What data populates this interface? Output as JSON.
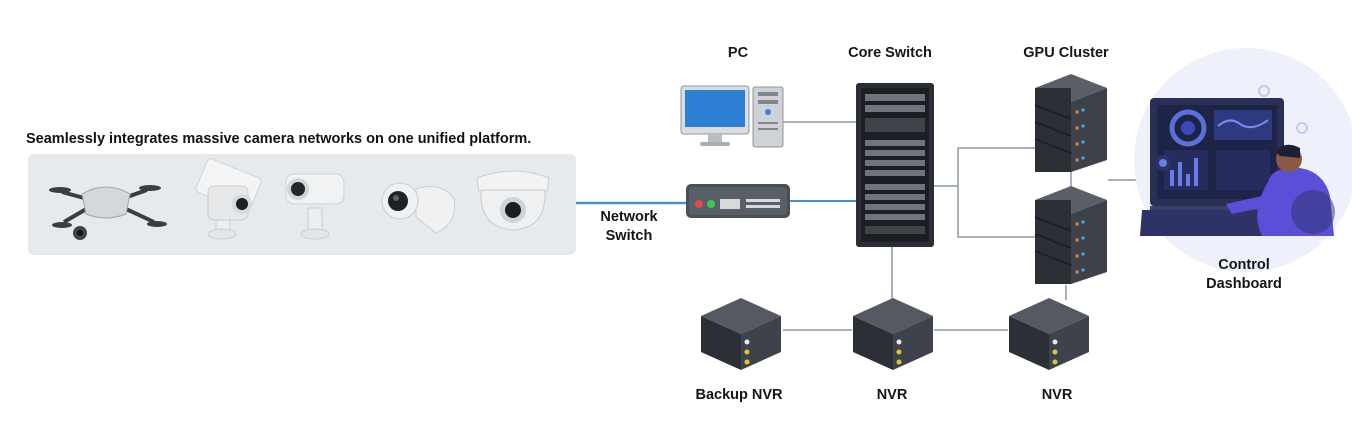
{
  "headline": "Seamlessly integrates massive camera networks on one unified platform.",
  "nodes": {
    "pc": "PC",
    "core_switch": "Core Switch",
    "gpu_cluster": "GPU Cluster",
    "network_switch": [
      "Network",
      "Switch"
    ],
    "control_dashboard": [
      "Control",
      "Dashboard"
    ],
    "backup_nvr": "Backup NVR",
    "nvr_1": "NVR",
    "nvr_2": "NVR"
  },
  "devices": [
    "drone-icon",
    "bullet-camera-icon",
    "box-camera-icon",
    "wall-mount-camera-icon",
    "dome-camera-icon"
  ],
  "colors": {
    "link_line": "#a7b1bb",
    "camera_link": "#4a90c8",
    "server_dark": "#2b2f35",
    "panel_bg": "#e7eaed",
    "monitor_screen": "#2f7fd4",
    "dashboard_accent": "#5b4fd8"
  }
}
